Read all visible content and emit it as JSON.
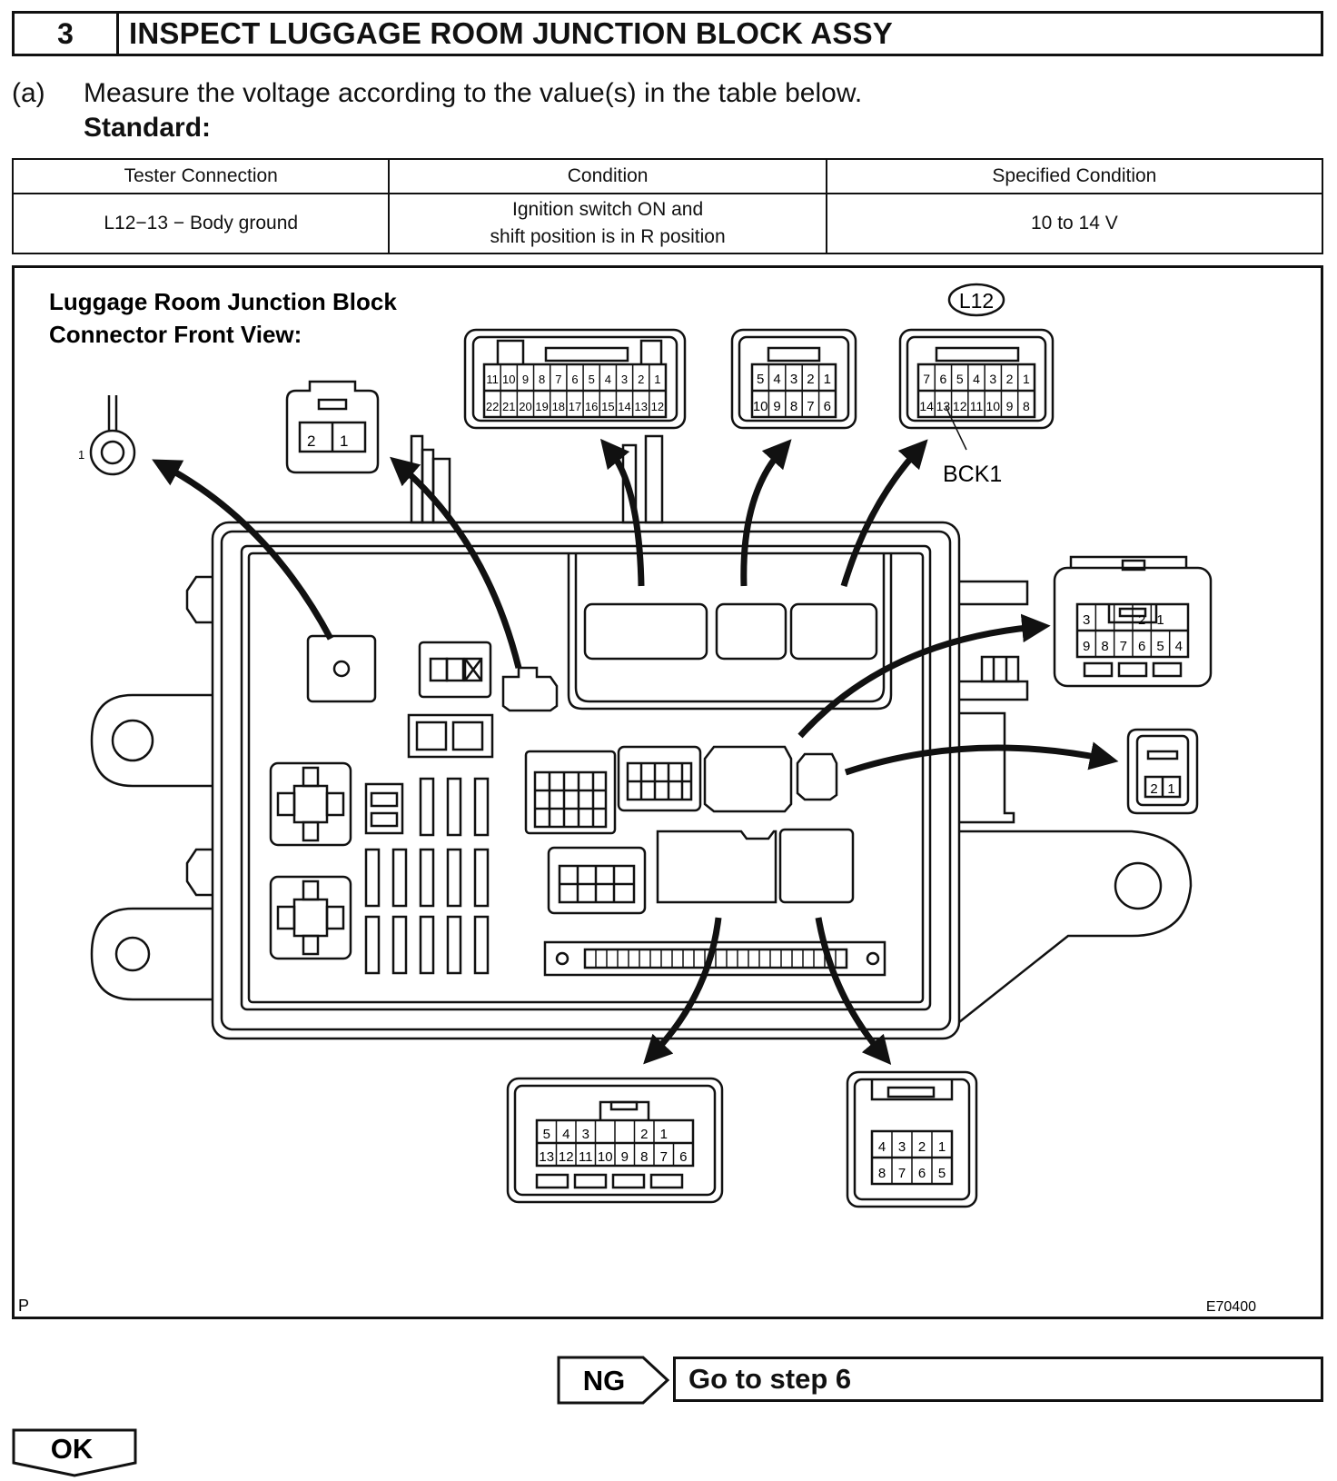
{
  "header": {
    "step_number": "3",
    "title": "INSPECT LUGGAGE ROOM JUNCTION BLOCK ASSY"
  },
  "instruction": {
    "marker": "(a)",
    "text": "Measure the voltage according to the value(s) in the table below.",
    "standard_label": "Standard:"
  },
  "table": {
    "headers": [
      "Tester Connection",
      "Condition",
      "Specified Condition"
    ],
    "rows": [
      {
        "tester": "L12−13 − Body ground",
        "condition_line1": "Ignition switch ON and",
        "condition_line2": "shift position is in R position",
        "specified": "10 to 14 V"
      }
    ]
  },
  "diagram": {
    "title_line1": "Luggage Room Junction Block",
    "title_line2": "Connector Front View:",
    "connector_code": "L12",
    "callout": "BCK1",
    "ground_terminal": "1",
    "corner_left": "P",
    "figure_id": "E70400",
    "connectors": {
      "c2": {
        "row1": [
          "2",
          "1"
        ]
      },
      "c22": {
        "row1": [
          "11",
          "10",
          "9",
          "8",
          "7",
          "6",
          "5",
          "4",
          "3",
          "2",
          "1"
        ],
        "row2": [
          "22",
          "21",
          "20",
          "19",
          "18",
          "17",
          "16",
          "15",
          "14",
          "13",
          "12"
        ]
      },
      "c10": {
        "row1": [
          "5",
          "4",
          "3",
          "2",
          "1"
        ],
        "row2": [
          "10",
          "9",
          "8",
          "7",
          "6"
        ]
      },
      "l12": {
        "row1": [
          "7",
          "6",
          "5",
          "4",
          "3",
          "2",
          "1"
        ],
        "row2": [
          "14",
          "13",
          "12",
          "11",
          "10",
          "9",
          "8"
        ]
      },
      "c9": {
        "row1": [
          "3",
          "",
          "",
          "2",
          "1"
        ],
        "row2": [
          "9",
          "8",
          "7",
          "6",
          "5",
          "4"
        ]
      },
      "c2b": {
        "row1": [
          "2",
          "1"
        ]
      },
      "c13": {
        "row1": [
          "5",
          "4",
          "3",
          "",
          "",
          "2",
          "1"
        ],
        "row2": [
          "13",
          "12",
          "11",
          "10",
          "9",
          "8",
          "7",
          "6"
        ]
      },
      "c8": {
        "row1": [
          "4",
          "3",
          "2",
          "1"
        ],
        "row2": [
          "8",
          "7",
          "6",
          "5"
        ]
      }
    }
  },
  "ng": {
    "label": "NG",
    "action": "Go to step 6"
  },
  "ok": {
    "label": "OK"
  }
}
